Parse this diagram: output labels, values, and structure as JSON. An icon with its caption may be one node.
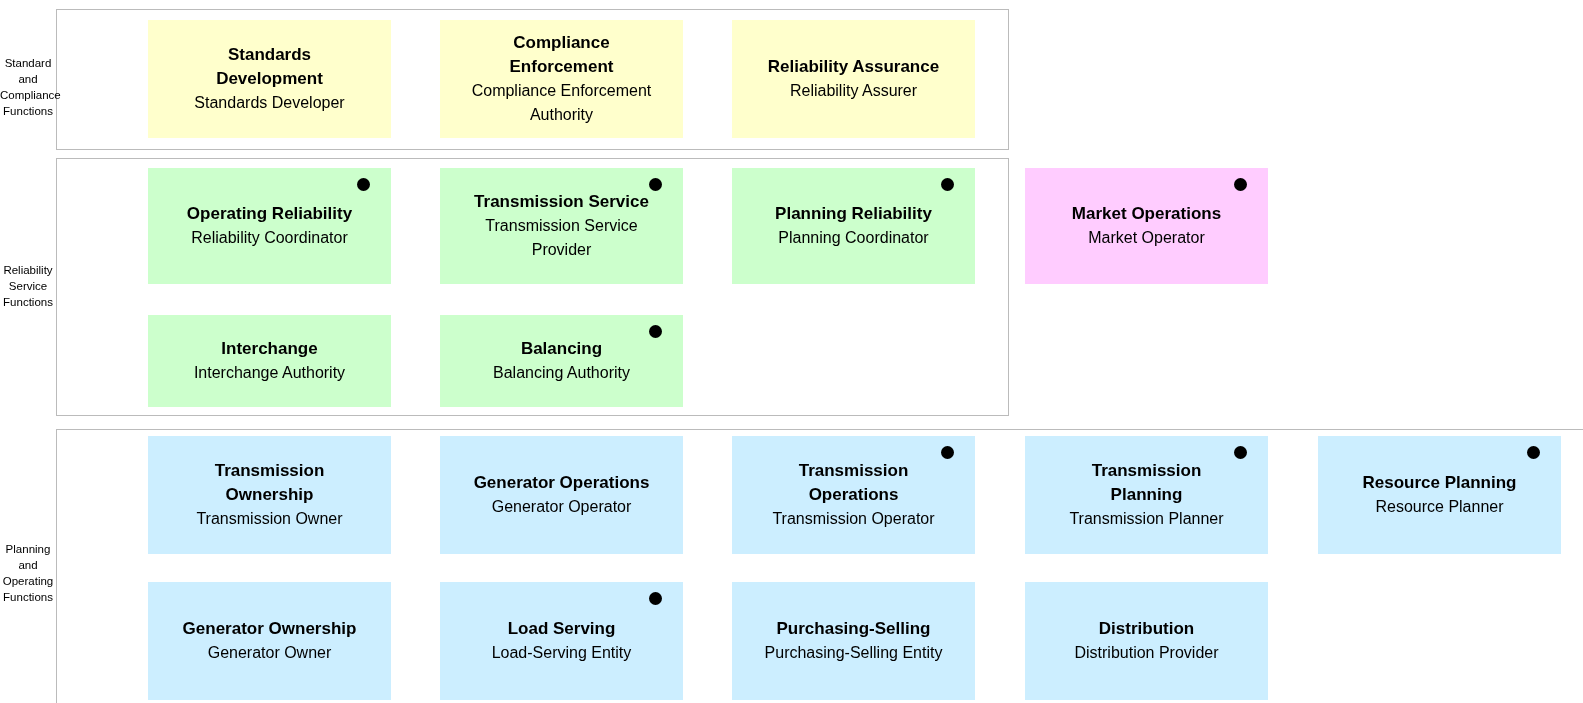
{
  "diagram": {
    "nodes": [
      {
        "text": [
          "Standard and Compliance Functions"
        ]
      },
      {
        "text": [
          "Standards Development",
          "Standards Developer"
        ],
        "in": 0
      },
      {
        "text": [
          "Compliance Enforcement",
          "Compliance Enforcement Authority"
        ],
        "in": 0
      },
      {
        "text": [
          "Reliability Assurance",
          "Reliability Assurer"
        ],
        "in": 0
      },
      {
        "text": [
          "Reliability Service Functions"
        ]
      },
      {
        "text": [
          "Operating Reliability",
          "Reliability Coordinator"
        ],
        "in": 4
      },
      {
        "text": [
          "Transmission Service",
          "Transmission Service Provider"
        ],
        "in": 4
      },
      {
        "text": [
          "Planning Reliability",
          "Planning Coordinator"
        ],
        "in": 4
      },
      {
        "text": [
          "Market Operations",
          "Market Operator"
        ]
      },
      {
        "text": [
          "Interchange",
          "Interchange Authority"
        ],
        "in": 4
      },
      {
        "text": [
          "Balancing",
          "Balancing Authority"
        ],
        "in": 4
      },
      {
        "text": [
          "Planning and Operating Functions"
        ]
      },
      {
        "text": [
          "Transmission Ownership",
          "Transmission Owner"
        ],
        "in": 11
      },
      {
        "text": [
          "Generator Operations",
          "Generator Operator"
        ],
        "in": 11
      },
      {
        "text": [
          "Transmission Operations",
          "Transmission Operator"
        ],
        "in": 11
      },
      {
        "text": [
          "Transmission Planning",
          "Transmission Planner"
        ],
        "in": 11
      },
      {
        "text": [
          "Resource Planning",
          "Resource Planner"
        ],
        "in": 11
      },
      {
        "text": [
          "Generator Ownership",
          "Generator Owner"
        ],
        "in": 11
      },
      {
        "text": [
          "Load Serving",
          "Load-Serving Entity"
        ],
        "in": 11
      },
      {
        "text": [
          "Purchasing-Selling",
          "Purchasing-Selling Entity"
        ],
        "in": 11
      },
      {
        "text": [
          "Distribution",
          "Distribution Provider"
        ],
        "in": 11
      }
    ]
  }
}
